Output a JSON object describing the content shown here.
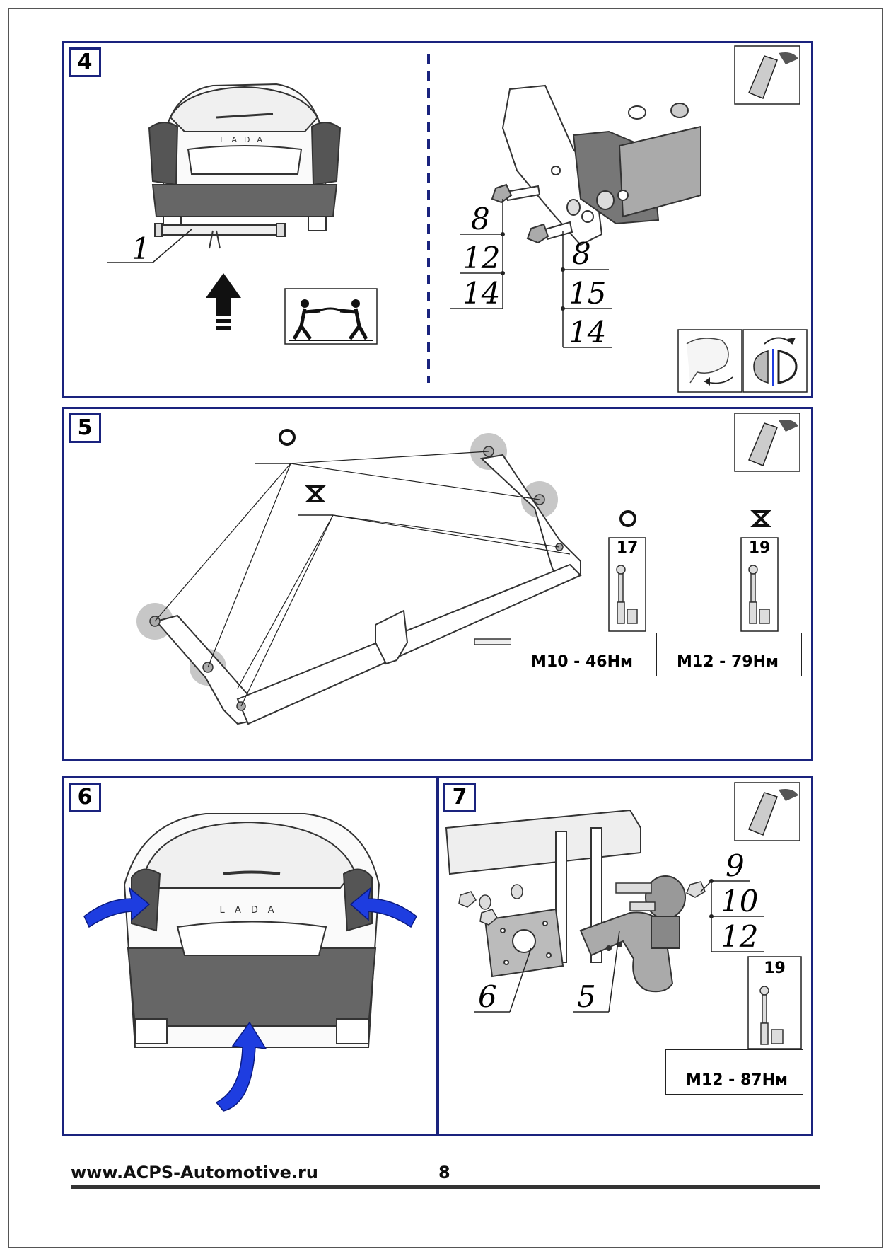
{
  "panels": [
    {
      "step": "4",
      "car_badge": "LADA",
      "part_label": "1",
      "bolt_a": {
        "size": "8",
        "wrench": "12",
        "socket": "14"
      },
      "bolt_b": {
        "size": "8",
        "wrench": "15",
        "socket": "14"
      }
    },
    {
      "step": "5",
      "torque_o": {
        "socket": "17",
        "label": "M10 - 46Нм"
      },
      "torque_x": {
        "socket": "19",
        "label": "M12 - 79Нм"
      }
    },
    {
      "step": "6",
      "car_badge": "LADA"
    },
    {
      "step": "7",
      "part_ball": "5",
      "part_plate": "6",
      "bolt": {
        "size": "9",
        "wrench": "10",
        "socket": "12"
      },
      "torque": {
        "socket": "19",
        "label": "M12 - 87Нм"
      }
    }
  ],
  "footer": {
    "url": "www.ACPS-Automotive.ru",
    "page": "8"
  },
  "colors": {
    "frame": "#1a237e",
    "arrow": "#1e3de0",
    "highlight": "#bdbdbd"
  },
  "icons": [
    "car-underside-icon",
    "two-person-lift-icon",
    "hand-tighten-icon",
    "rotate-nut-icon",
    "wrench-icon",
    "torque-wrench-icon",
    "circle-marker-icon",
    "hourglass-marker-icon"
  ]
}
